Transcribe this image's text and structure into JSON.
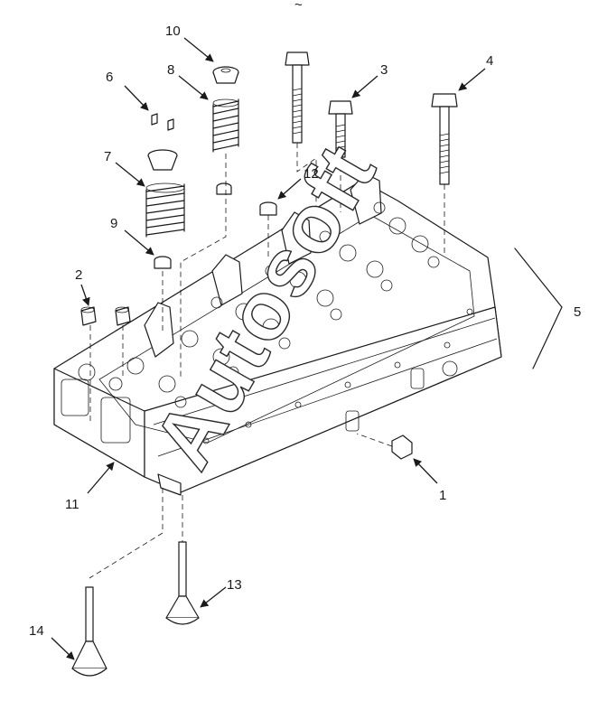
{
  "watermark": "Autosoft",
  "top_mark": "~",
  "callouts": [
    "1",
    "2",
    "3",
    "4",
    "5",
    "6",
    "7",
    "8",
    "9",
    "10",
    "11",
    "12",
    "13",
    "14"
  ]
}
